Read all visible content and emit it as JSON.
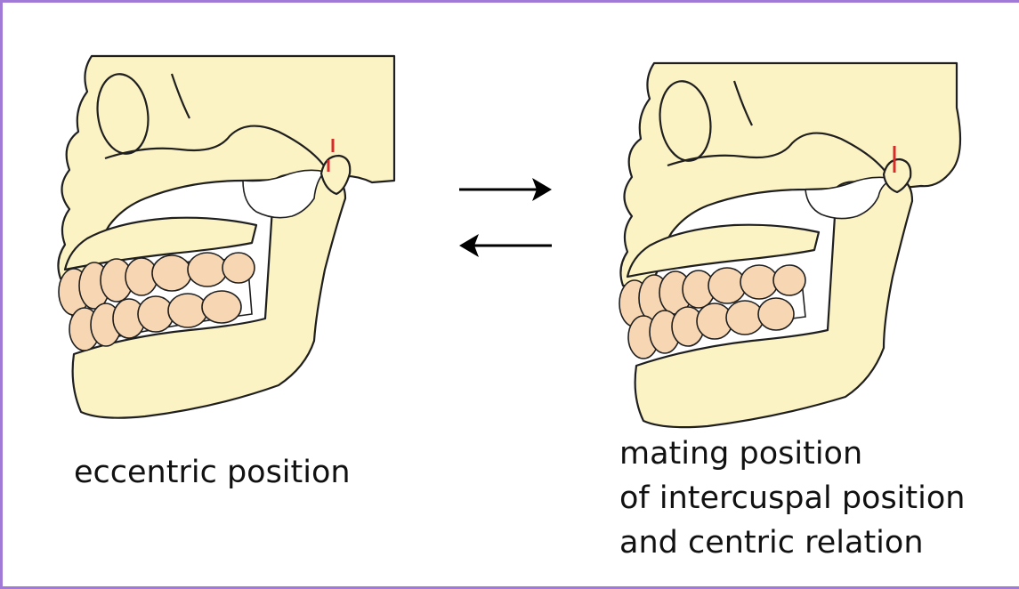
{
  "captions": {
    "left": "eccentric position",
    "right_lines": [
      "mating position",
      "of intercuspal position",
      "and centric relation"
    ]
  },
  "colors": {
    "border": "#a07ad6",
    "bone": "#fcf3c4",
    "teeth": "#f7d6b3",
    "condyle_marker": "#d62b2b",
    "outline": "#1f1f1f"
  },
  "icons": {
    "forward_arrow": "arrow-right-icon",
    "backward_arrow": "arrow-left-icon"
  }
}
